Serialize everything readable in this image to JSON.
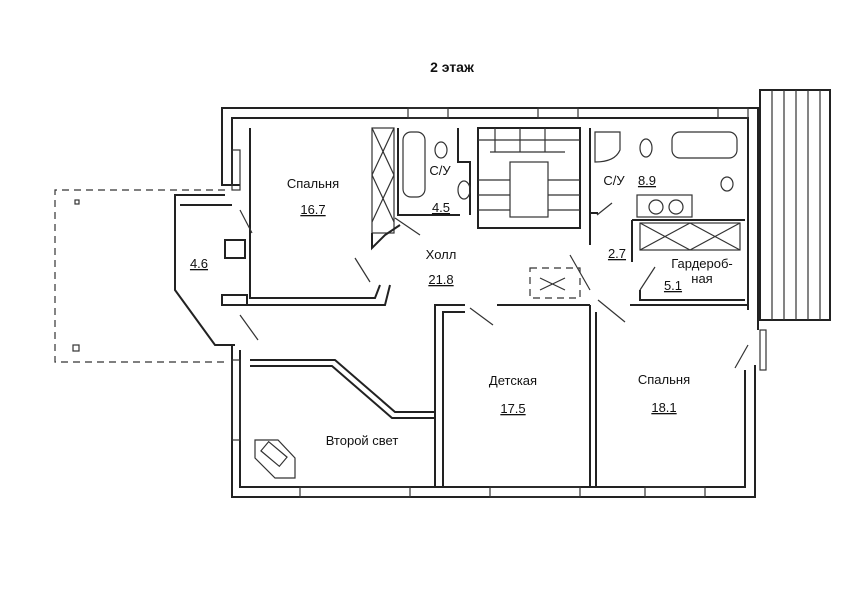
{
  "title": "2 этаж",
  "rooms": [
    {
      "name": "Спальня",
      "area": "16.7"
    },
    {
      "name": "С/У",
      "area": "4.5"
    },
    {
      "name": "С/У",
      "area": "8.9"
    },
    {
      "name": "",
      "area": "2.7"
    },
    {
      "name": "Холл",
      "area": "21.8"
    },
    {
      "name_line1": "Гардероб-",
      "name_line2": "ная",
      "area": "5.1"
    },
    {
      "name": "",
      "area": "4.6"
    },
    {
      "name": "Детская",
      "area": "17.5"
    },
    {
      "name": "Спальня",
      "area": "18.1"
    },
    {
      "name": "Второй свет"
    }
  ]
}
